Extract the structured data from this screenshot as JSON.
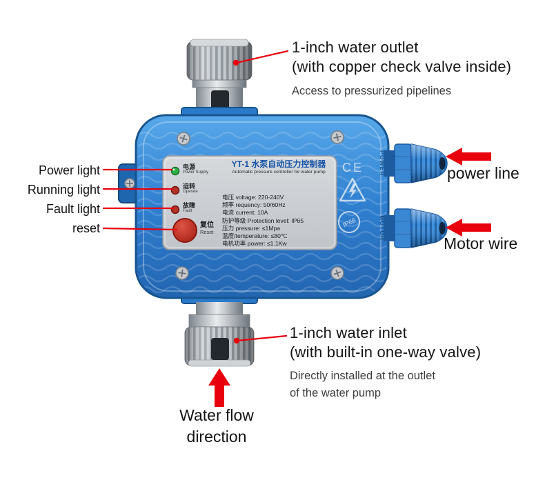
{
  "annotations": {
    "outlet_title_1": "1-inch water outlet",
    "outlet_title_2": "(with copper check valve inside)",
    "outlet_sub": "Access to pressurized pipelines",
    "power_light": "Power light",
    "running_light": "Running light",
    "fault_light": "Fault light",
    "reset": "reset",
    "power_line": "power line",
    "motor_wire": "Motor wire",
    "inlet_title_1": "1-inch water inlet",
    "inlet_title_2": "(with built-in one-way valve)",
    "inlet_sub_1": "Directly installed at the outlet",
    "inlet_sub_2": "of the water pump",
    "flow_1": "Water flow",
    "flow_2": "direction"
  },
  "panel": {
    "title": "YT-1 水泵自动压力控制器",
    "subtitle": "Automatic pressure controller for water pump",
    "specs": [
      "电压 voltage: 220-240V",
      "频率 requency: 50/60Hz",
      "电流 current: 10A",
      "防护等级 Protection level: IP65",
      "压力 pressure: ≤1Mpa",
      "温度/temperature: ≤80℃",
      "电机功率 power: ≤1.1Kw"
    ],
    "indicators": [
      {
        "cn": "电源",
        "en": "Power Supply"
      },
      {
        "cn": "运转",
        "en": "Operate"
      },
      {
        "cn": "故障",
        "en": "Fault"
      }
    ],
    "reset_cn": "复位",
    "reset_en": "Reset",
    "ce": "CE",
    "ip": "IP66"
  },
  "ports": {
    "power": "POWER",
    "motor": "MOTOR"
  },
  "colors": {
    "accent_red": "#e8000d",
    "body_blue": "#2f7fd0",
    "panel_gray": "#cdd0d4",
    "pipe_gray": "#aab0b6",
    "led_green": "#2fae47",
    "led_red": "#b23228"
  }
}
